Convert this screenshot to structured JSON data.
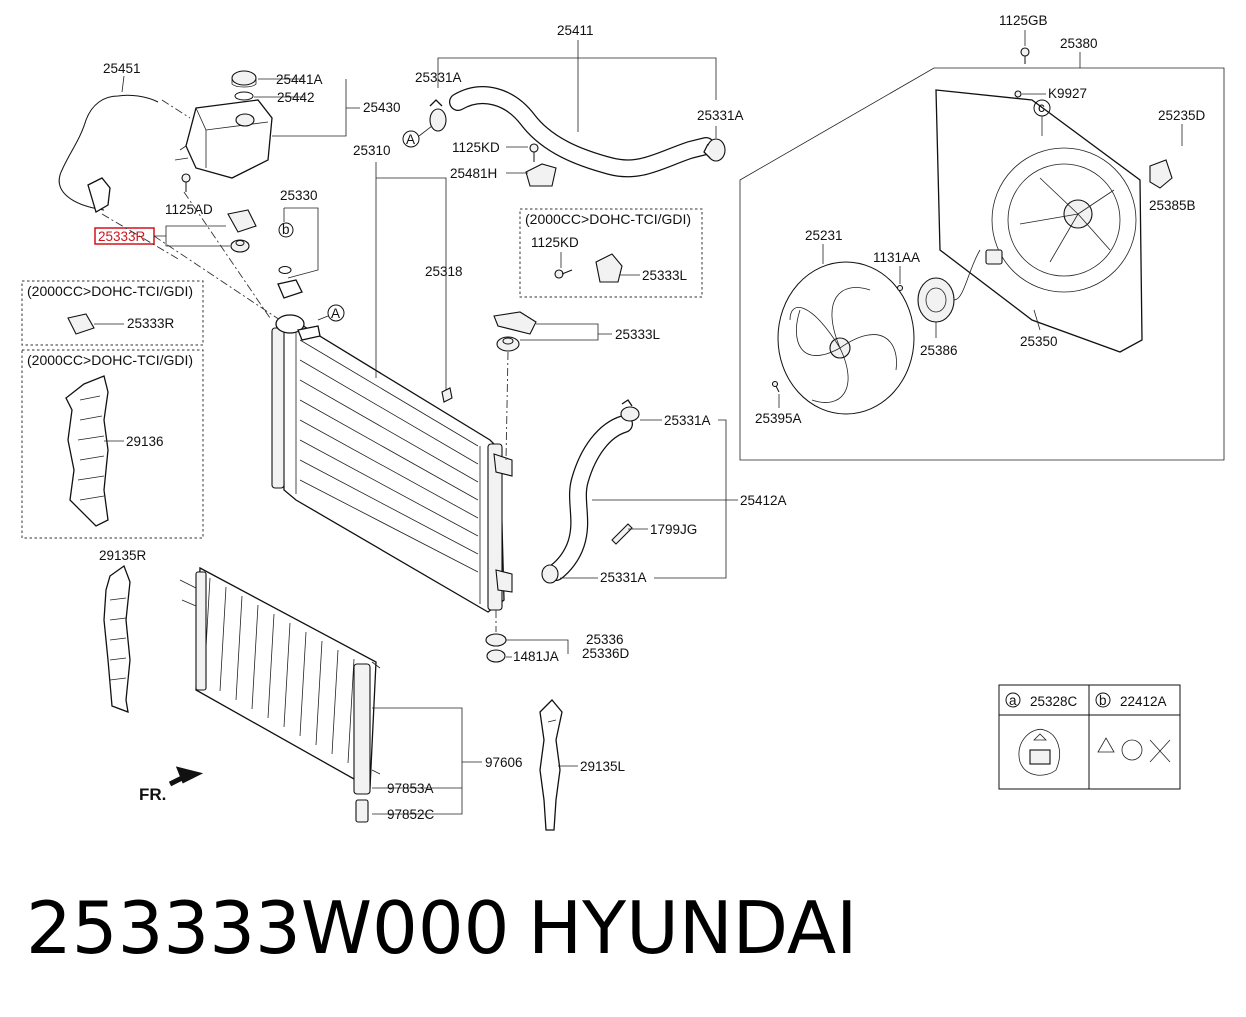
{
  "parts": {
    "p25451": "25451",
    "p25441A": "25441A",
    "p25442": "25442",
    "p25430": "25430",
    "p25331A_top": "25331A",
    "p25411": "25411",
    "p25331A_right": "25331A",
    "p1125GB": "1125GB",
    "p25380": "25380",
    "pK9927": "K9927",
    "p25235D": "25235D",
    "p25385B": "25385B",
    "p1125KD_top": "1125KD",
    "p25481H": "25481H",
    "p25310": "25310",
    "p1125AD": "1125AD",
    "p25330": "25330",
    "p25333R_selected": "25333R",
    "p25318": "25318",
    "p25333L_main": "25333L",
    "p25231": "25231",
    "p1131AA": "1131AA",
    "p25386": "25386",
    "p25350": "25350",
    "p25395A": "25395A",
    "p25331A_mid": "25331A",
    "p25412A": "25412A",
    "p1799JG": "1799JG",
    "p25331A_low": "25331A",
    "p25336": "25336",
    "p25336D": "25336D",
    "p1481JA": "1481JA",
    "p29136": "29136",
    "p29135R": "29135R",
    "p97606": "97606",
    "p97853A": "97853A",
    "p97852C": "97852C",
    "p29135L": "29135L",
    "p25333R_box": "25333R",
    "p1125KD_box": "1125KD",
    "p25333L_box": "25333L"
  },
  "boxes": {
    "variant_right": "(2000CC>DOHC-TCI/GDI)",
    "variant_left_top": "(2000CC>DOHC-TCI/GDI)",
    "variant_left_bottom": "(2000CC>DOHC-TCI/GDI)"
  },
  "markers": {
    "a": "a",
    "b": "b",
    "c": "c",
    "A1": "A",
    "A2": "A"
  },
  "legend": {
    "a_label": "a",
    "a_part": "25328C",
    "b_label": "b",
    "b_part": "22412A"
  },
  "direction": "FR.",
  "footer": {
    "part_number": "253333W000",
    "brand": "HYUNDAI"
  },
  "colors": {
    "highlight": "#d0141c",
    "line": "#111111"
  }
}
